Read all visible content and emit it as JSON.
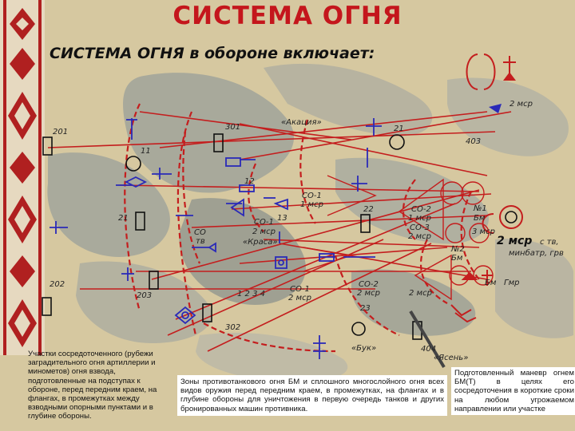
{
  "title": "СИСТЕМА ОГНЯ",
  "subtitle": "СИСТЕМА ОГНЯ в обороне включает:",
  "map_labels": {
    "l201": "201",
    "l301": "301",
    "akacia": "«Акация»",
    "l21a": "21",
    "l403": "403",
    "l11": "11",
    "l12": "12",
    "co1a": "СО-1",
    "mcp1a": "1 мср",
    "l22": "22",
    "co2a": "СО-2",
    "mcp1b": "1 мср",
    "n1": "№1",
    "bmp1": "Бм",
    "l21b": "21",
    "co1b": "СО-1",
    "mcp2a": "2 мср",
    "l13": "13",
    "co_te": "СО",
    "te": "тв",
    "co3": "СО-3",
    "mcp2b": "2 мср",
    "mcp3": "3 мср",
    "bigunit": "2 мср",
    "bigunit_rest": "с тв,",
    "minbatr": "минбатр, грв",
    "krasa": "«Краса»",
    "n2": "№2",
    "bmp2": "Бм",
    "bmp3": "Бм",
    "gmr": "Гмр",
    "l202": "202",
    "l203": "203",
    "nums": "1  2  3  4",
    "co1c": "СО-1",
    "mcp2c": "2 мср",
    "co2b": "СО-2",
    "mcp2d": "2 мср",
    "mcp2e": "2 мср",
    "l23": "23",
    "l302": "302",
    "l404": "404",
    "buk": "«Бук»",
    "yasen": "«Ясень»",
    "mcp2top": "2 мср"
  },
  "notes": {
    "left": "Участки сосредоточенного (рубежи заградительного огня артиллерии и минометов) огня взвода, подготовленные на подступах к обороне, перед передним краем, на флангах, в промежутках между взводными опорными пунктами и в глубине обороны.",
    "middle": "Зоны противотанкового огня БМ и сплошного многослойного огня всех видов оружия перед передним краем, в промежутках, на флангах и в глубине обороны для уничтожения в первую очередь танков и других бронированных машин противника.",
    "right": "Подготовленный маневр огнем БМ(Т) в целях его сосредоточения в короткие сроки на любом угрожаемом направлении или участке"
  },
  "colors": {
    "title_red": "#c4161c",
    "fire_line": "#c41e1e",
    "unit_blue": "#2a2ab8",
    "map_tan": "#d8c9a2",
    "map_gray": "#a7a89a"
  }
}
